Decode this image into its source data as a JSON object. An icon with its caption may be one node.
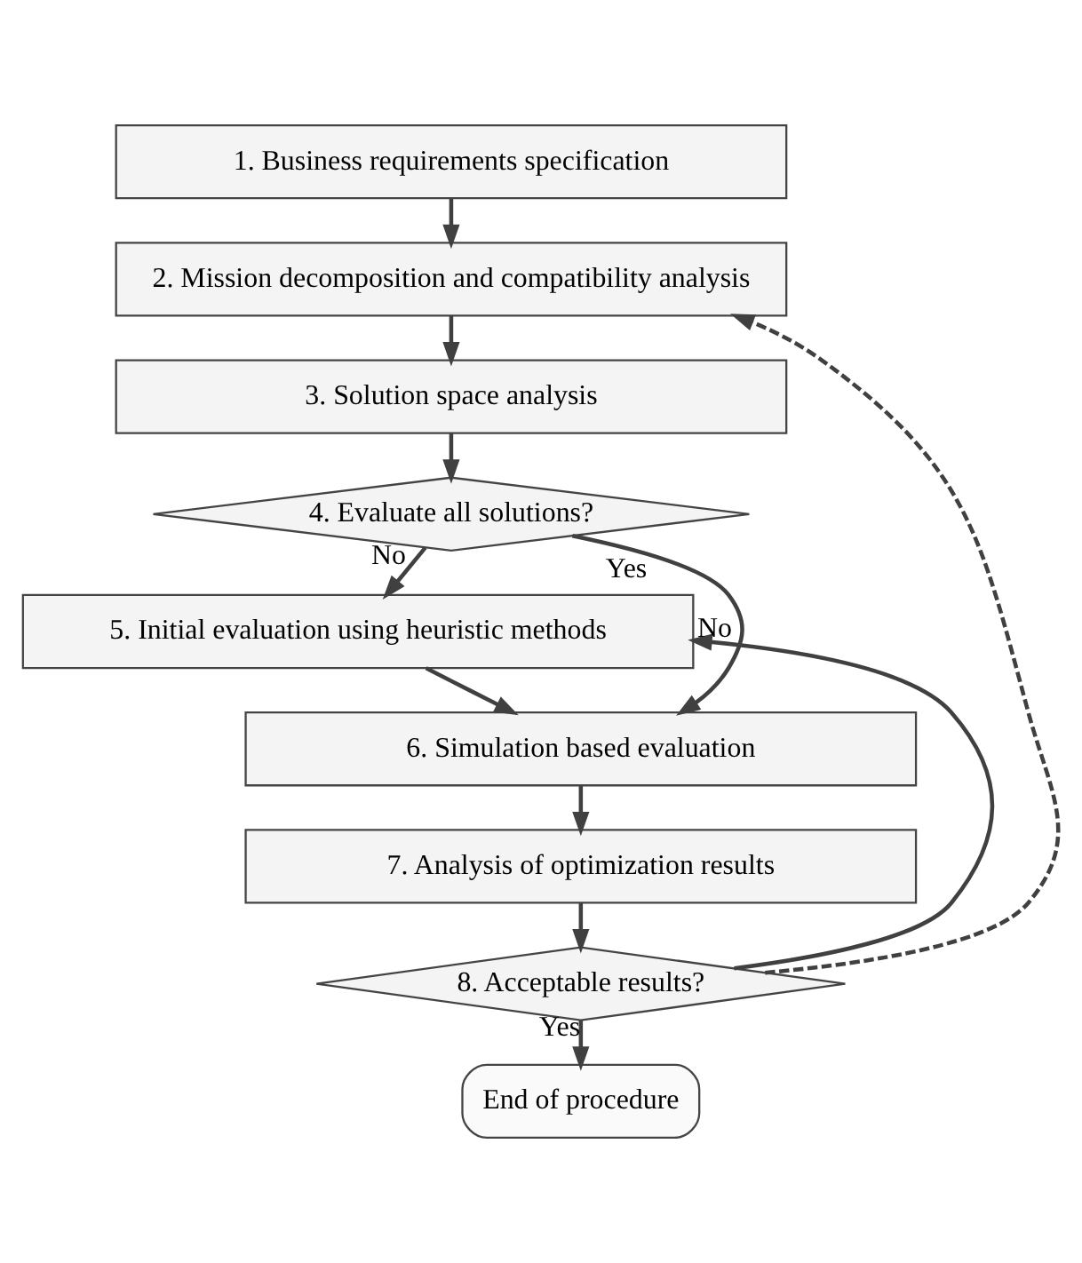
{
  "diagram": {
    "nodes": [
      {
        "text": [
          "1. Business requirements specification"
        ]
      },
      {
        "text": [
          "2. Mission decomposition and compatibility analysis"
        ]
      },
      {
        "text": [
          "3. Solution space analysis"
        ]
      },
      {
        "text": [
          "4. Evaluate all solutions?"
        ]
      },
      {
        "text": [
          "5. Initial evaluation using heuristic methods"
        ]
      },
      {
        "text": [
          "6. Simulation based evaluation"
        ]
      },
      {
        "text": [
          "7. Analysis of optimization results"
        ]
      },
      {
        "text": [
          "8. Acceptable results?"
        ]
      },
      {
        "text": [
          "End of procedure"
        ]
      }
    ],
    "edges": [
      {
        "from": 0,
        "to": 1,
        "arrow": "to"
      },
      {
        "from": 1,
        "to": 2,
        "arrow": "to"
      },
      {
        "from": 2,
        "to": 3,
        "arrow": "to"
      },
      {
        "from": 3,
        "to": 4,
        "arrow": "to",
        "label": "No"
      },
      {
        "from": 3,
        "to": 5,
        "arrow": "to",
        "label": "Yes"
      },
      {
        "from": 4,
        "to": 5,
        "arrow": "to"
      },
      {
        "from": 5,
        "to": 6,
        "arrow": "to"
      },
      {
        "from": 6,
        "to": 7,
        "arrow": "to"
      },
      {
        "from": 7,
        "to": 4,
        "arrow": "to",
        "label": "No"
      },
      {
        "from": 7,
        "to": 1,
        "arrow": "to",
        "style": "dashed"
      },
      {
        "from": 7,
        "to": 8,
        "arrow": "to",
        "label": "Yes"
      }
    ]
  }
}
